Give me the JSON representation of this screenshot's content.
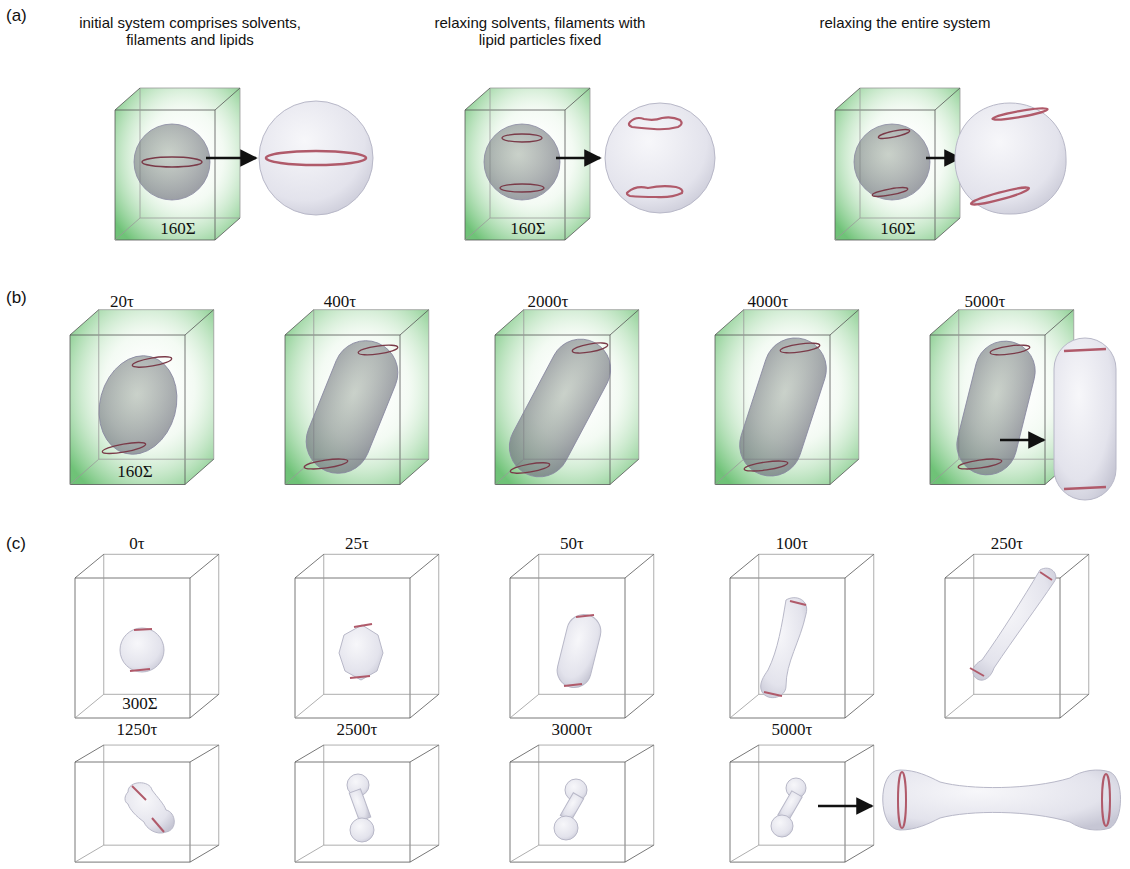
{
  "diagram": {
    "labels": [
      "(a)",
      "initial system comprises solvents, filaments and lipids",
      "relaxing solvents, filaments with lipid particles fixed",
      "relaxing the entire system",
      "160Σ",
      "160Σ",
      "160Σ",
      "(b)",
      "20τ",
      "400τ",
      "2000τ",
      "4000τ",
      "5000τ",
      "160Σ",
      "(c)",
      "0τ",
      "25τ",
      "50τ",
      "100τ",
      "250τ",
      "300Σ",
      "1250τ",
      "2500τ",
      "3000τ",
      "5000τ"
    ]
  }
}
